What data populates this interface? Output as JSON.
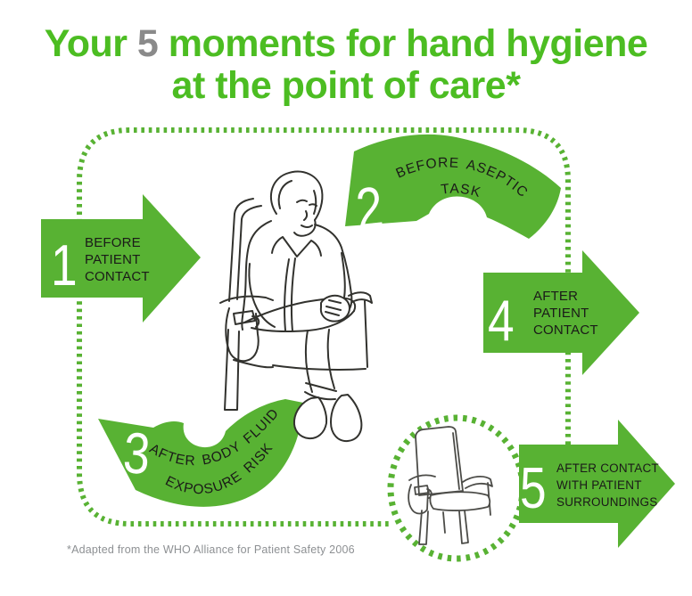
{
  "title": {
    "part1": "Your ",
    "number": "5",
    "part2": " moments for hand hygiene",
    "line2": "at the point of care*"
  },
  "footnote": "*Adapted from the WHO Alliance for Patient Safety 2006",
  "colors": {
    "arrow_green": "#58b233",
    "title_green": "#4cbd22",
    "number_gray": "#8a8a8a",
    "footnote_gray": "#8d9093",
    "label_ink": "#1a1a18"
  },
  "moments": [
    {
      "number": "1",
      "lines": [
        "BEFORE",
        "PATIENT",
        "CONTACT"
      ]
    },
    {
      "number": "2",
      "lines": [
        "BEFORE ASEPTIC",
        "TASK"
      ]
    },
    {
      "number": "3",
      "lines": [
        "AFTER BODY FLUID",
        "EXPOSURE RISK"
      ]
    },
    {
      "number": "4",
      "lines": [
        "AFTER",
        "PATIENT",
        "CONTACT"
      ]
    },
    {
      "number": "5",
      "lines": [
        "AFTER CONTACT",
        "WITH PATIENT",
        "SURROUNDINGS"
      ]
    }
  ],
  "illustrations": {
    "patient": "patient-seated-in-chair",
    "empty_chair": "empty-patient-chair-in-circle"
  }
}
